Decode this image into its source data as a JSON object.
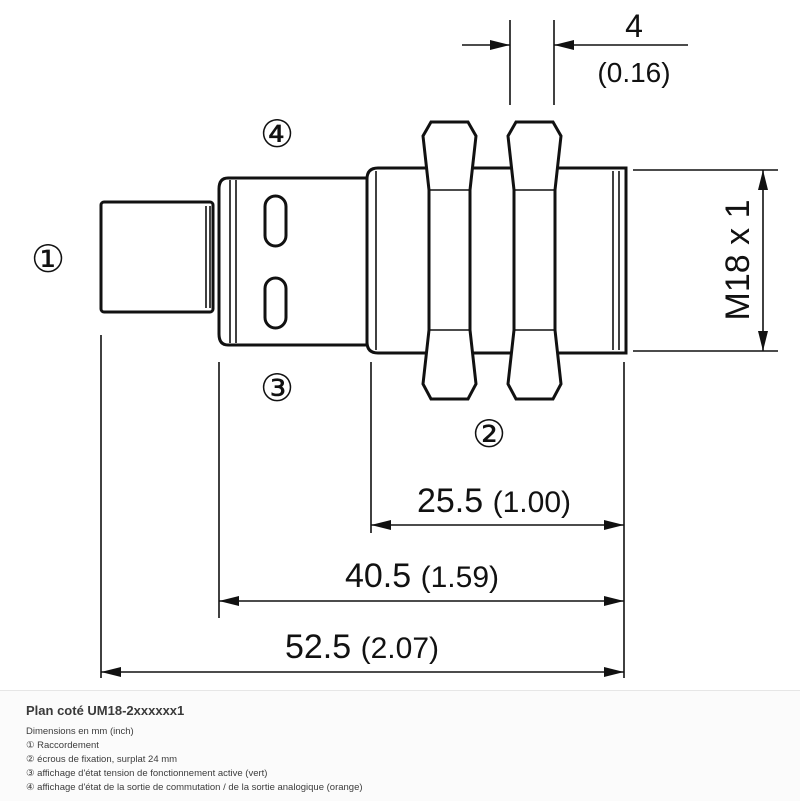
{
  "drawing": {
    "callouts": {
      "c1": "①",
      "c2": "②",
      "c3": "③",
      "c4": "④"
    },
    "dimensions": {
      "nut_width": "4",
      "nut_width_inch": "(0.16)",
      "thread": "M18 x 1",
      "len_25_5": "25.5",
      "len_25_5_inch": "(1.00)",
      "len_40_5": "40.5",
      "len_40_5_inch": "(1.59)",
      "len_52_5": "52.5",
      "len_52_5_inch": "(2.07)"
    }
  },
  "caption": {
    "title": "Plan coté UM18-2xxxxxx1",
    "lines": [
      "Dimensions en mm (inch)",
      "① Raccordement",
      "② écrous de fixation, surplat 24 mm",
      "③ affichage d'état tension de fonctionnement active (vert)",
      "④ affichage d'état de la sortie de commutation / de la sortie analogique (orange)"
    ]
  }
}
